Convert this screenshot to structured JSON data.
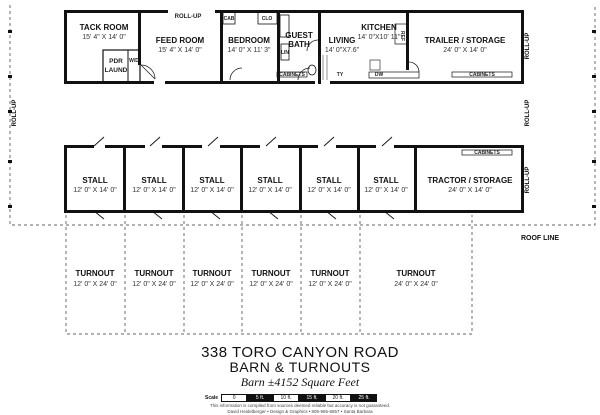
{
  "rooms": {
    "tack_room": {
      "name": "TACK ROOM",
      "dim": "15' 4\" X 14' 0\""
    },
    "feed_room": {
      "name": "FEED ROOM",
      "dim": "15' 4\" X 14' 0\""
    },
    "bedroom": {
      "name": "BEDROOM",
      "dim": "14' 0\" X 11' 3\""
    },
    "guest_bath": {
      "name_1": "GUEST",
      "name_2": "BATH"
    },
    "living": {
      "name": "LIVING",
      "dim": "14' 0\"X7.6\""
    },
    "kitchen": {
      "name": "KITCHEN",
      "dim": "14' 0\"X10' 11\""
    },
    "trailer_storage": {
      "name": "TRAILER / STORAGE",
      "dim": "24' 0\" X 14' 0\""
    },
    "pdr_laund": {
      "name_1": "PDR",
      "name_2": "LAUND"
    },
    "tractor_storage": {
      "name": "TRACTOR / STORAGE",
      "dim": "24' 0\" X 14' 0\""
    }
  },
  "stalls": [
    {
      "name": "STALL",
      "dim": "12' 0\" X 14' 0\""
    },
    {
      "name": "STALL",
      "dim": "12' 0\" X 14' 0\""
    },
    {
      "name": "STALL",
      "dim": "12' 0\" X 14' 0\""
    },
    {
      "name": "STALL",
      "dim": "12' 0\" X 14' 0\""
    },
    {
      "name": "STALL",
      "dim": "12' 0\" X 14' 0\""
    },
    {
      "name": "STALL",
      "dim": "12' 0\" X 14' 0\""
    }
  ],
  "turnouts": [
    {
      "name": "TURNOUT",
      "dim": "12' 0\" X 24' 0\""
    },
    {
      "name": "TURNOUT",
      "dim": "12' 0\" X 24' 0\""
    },
    {
      "name": "TURNOUT",
      "dim": "12' 0\" X 24' 0\""
    },
    {
      "name": "TURNOUT",
      "dim": "12' 0\" X 24' 0\""
    },
    {
      "name": "TURNOUT",
      "dim": "12' 0\" X 24' 0\""
    },
    {
      "name": "TURNOUT",
      "dim": "24' 0\" X 24' 0\""
    }
  ],
  "small_labels": {
    "rollup": "ROLL-UP",
    "cab": "CAB",
    "clo": "CLO",
    "lin": "LIN",
    "cabinets": "CABINETS",
    "ty": "TY",
    "dw": "DW",
    "ref": "REF",
    "wd": "W/D",
    "roof_line": "ROOF LINE"
  },
  "title": {
    "line1": "338 TORO CANYON ROAD",
    "line2": "BARN & TURNOUTS",
    "line3": "Barn ±4152 Square Feet"
  },
  "scale": {
    "caption": "Scale",
    "marks": [
      "0",
      "5 ft.",
      "10 ft.",
      "15 ft.",
      "20 ft.",
      "25 ft."
    ]
  },
  "credits": {
    "line1": "This information is compiled from sources deemed reliable but accuracy is not guaranteed.",
    "line2": "David Heidelberger • Design & Graphics • 805-965-6857 • Santa Barbara"
  }
}
